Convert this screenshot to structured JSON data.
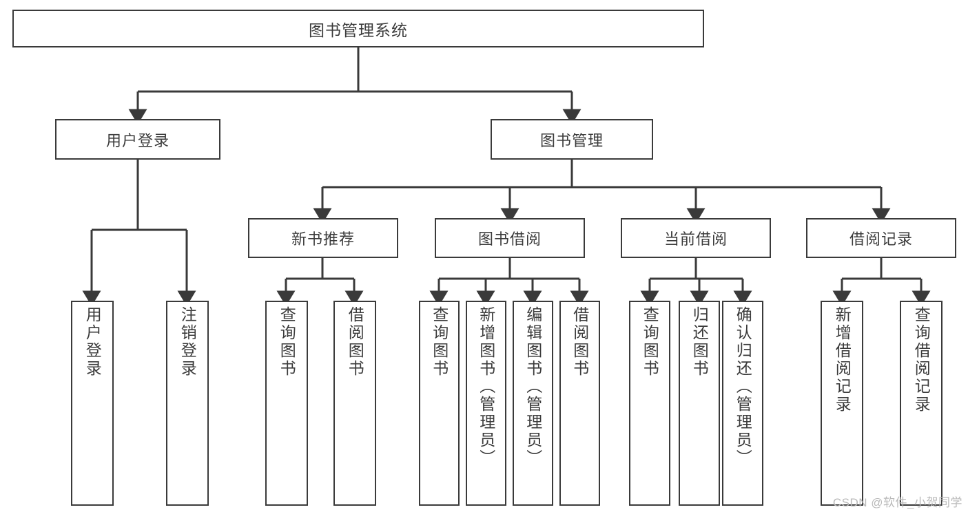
{
  "diagram": {
    "title": "图书管理系统",
    "type": "tree-hierarchy-chart",
    "root": {
      "label": "图书管理系统"
    },
    "level2": [
      {
        "label": "用户登录"
      },
      {
        "label": "图书管理"
      }
    ],
    "level3": [
      {
        "label": "新书推荐"
      },
      {
        "label": "图书借阅"
      },
      {
        "label": "当前借阅"
      },
      {
        "label": "借阅记录"
      }
    ],
    "leaves": {
      "user_login": [
        {
          "label": "用户登录"
        },
        {
          "label": "注销登录"
        }
      ],
      "new_book_recommend": [
        {
          "label": "查询图书"
        },
        {
          "label": "借阅图书"
        }
      ],
      "book_borrow": [
        {
          "label": "查询图书"
        },
        {
          "label": "新增图书（管理员）"
        },
        {
          "label": "编辑图书（管理员）"
        },
        {
          "label": "借阅图书"
        }
      ],
      "current_borrow": [
        {
          "label": "查询图书"
        },
        {
          "label": "归还图书"
        },
        {
          "label": "确认归还（管理员）"
        }
      ],
      "borrow_record": [
        {
          "label": "新增借阅记录"
        },
        {
          "label": "查询借阅记录"
        }
      ]
    }
  },
  "watermark": {
    "text": "CSDN @软件_小贺同学"
  },
  "colors": {
    "stroke": "#3a3a3a",
    "text": "#3b3b3b",
    "background": "#ffffff",
    "watermark": "#b9b9b9"
  }
}
